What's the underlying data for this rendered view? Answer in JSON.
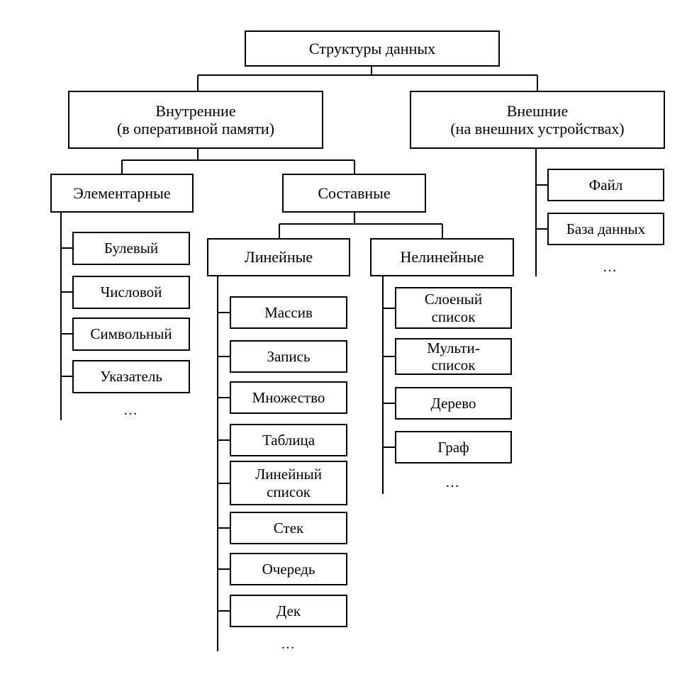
{
  "root": {
    "label": "Структуры данных"
  },
  "internal": {
    "label": "Внутренние\n(в оперативной памяти)"
  },
  "external": {
    "label": "Внешние\n(на внешних устройствах)",
    "items": [
      "Файл",
      "База данных"
    ],
    "more": "…"
  },
  "elementary": {
    "label": "Элементарные",
    "items": [
      "Булевый",
      "Числовой",
      "Символьный",
      "Указатель"
    ],
    "more": "…"
  },
  "composite": {
    "label": "Составные"
  },
  "linear": {
    "label": "Линейные",
    "items": [
      "Массив",
      "Запись",
      "Множество",
      "Таблица",
      "Линейный\nсписок",
      "Стек",
      "Очередь",
      "Дек"
    ],
    "more": "…"
  },
  "nonlinear": {
    "label": "Нелинейные",
    "items": [
      "Слоеный\nсписок",
      "Мульти-\nсписок",
      "Дерево",
      "Граф"
    ],
    "more": "…"
  }
}
